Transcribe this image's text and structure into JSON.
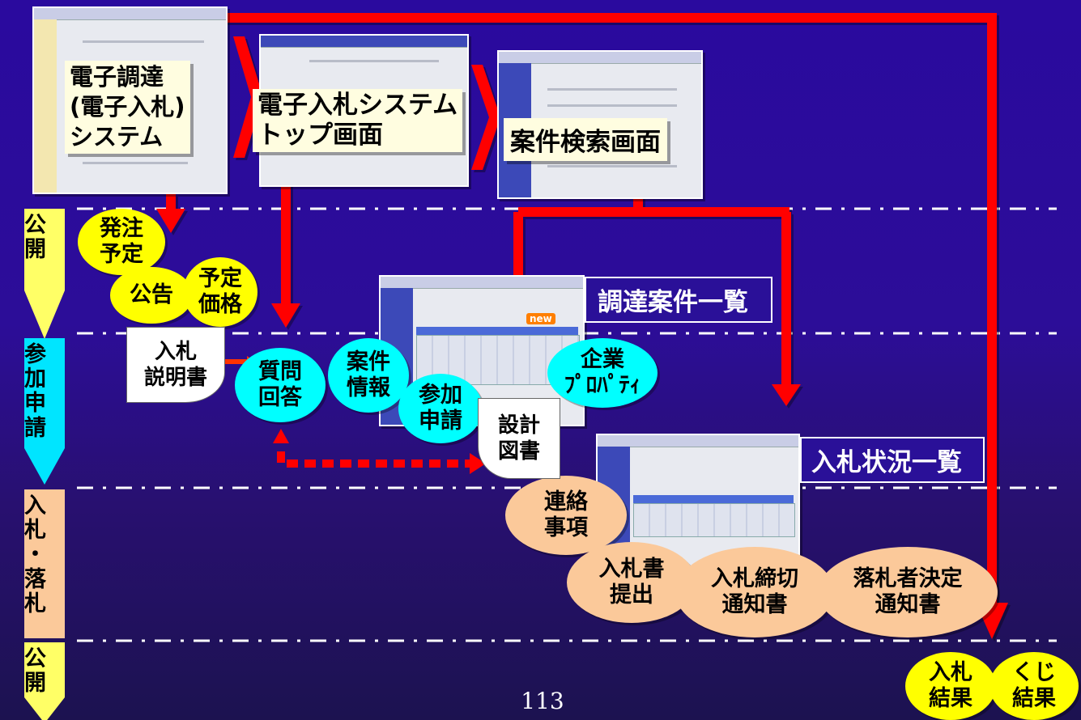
{
  "flow_boxes": {
    "system": "電子調達\n(電子入札)\nシステム",
    "top_screen": "電子入札システム\nトップ画面",
    "search_screen": "案件検索画面"
  },
  "labels": {
    "procurement_list": "調達案件一覧",
    "bid_status_list": "入札状況一覧"
  },
  "phases": [
    {
      "label": "公\n開"
    },
    {
      "label": "参\n加\n申\n請"
    },
    {
      "label": "入\n札\n・\n落\n札"
    },
    {
      "label": "公\n開"
    }
  ],
  "bubbles": {
    "order_plan": "発注\n予定",
    "notice": "公告",
    "planned_price": "予定\n価格",
    "qa": "質問\n回答",
    "case_info": "案件\n情報",
    "participation": "参加\n申請",
    "company_property": "企業\nﾌﾟﾛﾊﾟﾃｨ",
    "contact_items": "連絡\n事項",
    "bid_submission": "入札書\n提出",
    "deadline_notice": "入札締切\n通知書",
    "winner_notice": "落札者決定\n通知書",
    "bid_result": "入札\n結果",
    "lottery_result": "くじ\n結果"
  },
  "documents": {
    "bid_manual": "入札\n説明書",
    "design_docs": "設計\n図書"
  },
  "new_badge": "new",
  "page_number": "113",
  "colors": {
    "background": "#2a0a9e",
    "arrow": "#ff0000",
    "phase_open": "#ffff66",
    "phase_apply": "#00e5ff",
    "phase_bid": "#fbc99a",
    "bubble_yellow": "#ffff00",
    "bubble_cyan": "#00ffff",
    "bubble_peach": "#fbc99a"
  }
}
